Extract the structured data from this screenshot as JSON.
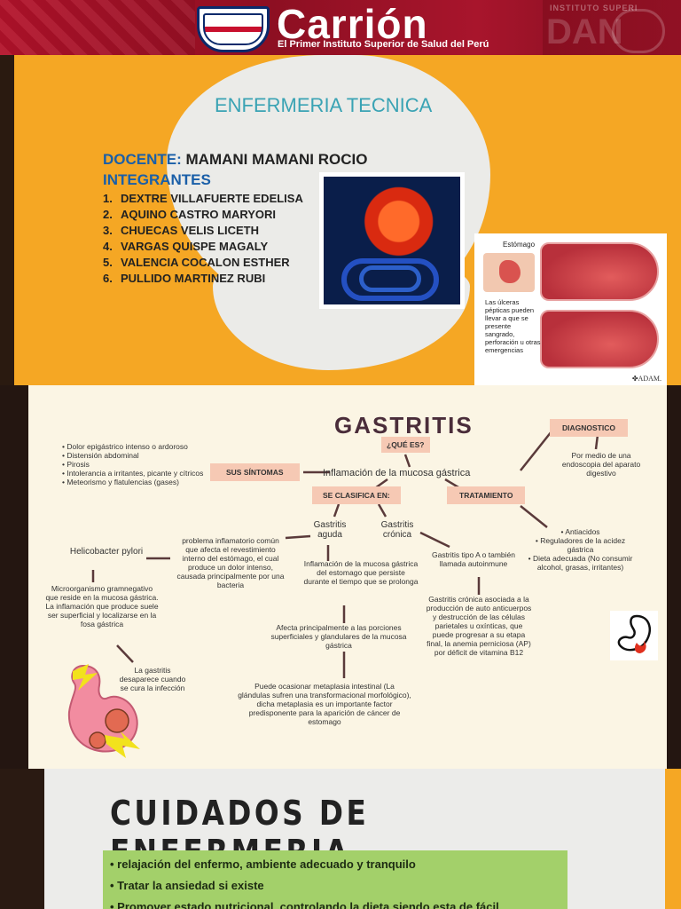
{
  "header": {
    "brand": "Carrión",
    "tagline": "El Primer Instituto Superior de Salud del Perú",
    "ghost_text": "INSTITUTO SUPERI",
    "ghost_big": "DAN"
  },
  "slide1": {
    "title": "ENFERMERIA TECNICA",
    "docente_label": "DOCENTE:",
    "docente_name": " MAMANI MAMANI ROCIO",
    "integrantes_label": "INTEGRANTES",
    "members": [
      {
        "n": "1.",
        "name": "DEXTRE VILLAFUERTE EDELISA"
      },
      {
        "n": "2.",
        "name": "AQUINO CASTRO MARYORI"
      },
      {
        "n": "3.",
        "name": "CHUECAS VELIS LICETH"
      },
      {
        "n": "4.",
        "name": "VARGAS QUISPE MAGALY"
      },
      {
        "n": "5.",
        "name": "VALENCIA COCALON ESTHER"
      },
      {
        "n": "6.",
        "name": "PULLIDO MARTINEZ RUBI"
      }
    ],
    "adam_label": "Estómago",
    "adam_note": "Las úlceras pépticas pueden llevar a que se presente sangrado, perforación u otras emergencias",
    "adam_logo": "✤ADAM."
  },
  "mindmap": {
    "title": "GASTRITIS",
    "que_es": "¿QUÉ ES?",
    "definition": "Inflamación de la mucosa gástrica",
    "sintomas_tag": "SUS SÍNTOMAS",
    "sintomas": [
      "Dolor epigástrico intenso o ardoroso",
      "Distensión abdominal",
      "Pirosis",
      "Intolerancia a irritantes, picante y cítricos",
      "Meteorismo y flatulencias (gases)"
    ],
    "diagnostico_tag": "DIAGNOSTICO",
    "diagnostico": "Por medio de una endoscopia del aparato digestivo",
    "clasifica_tag": "SE CLASIFICA EN:",
    "tratamiento_tag": "TRATAMIENTO",
    "tratamiento": [
      "Antiacidos",
      "Reguladores de la acidez gástrica",
      "Dieta adecuada (No consumir alcohol, grasas, irritantes)"
    ],
    "aguda": "Gastritis aguda",
    "cronica": "Gastritis crónica",
    "aguda_desc": "problema inflamatorio común que afecta el revestimiento interno del estómago, el cual produce un dolor intenso, causada principalmente por una bacteria",
    "helico": "Helicobacter pylori",
    "helico_desc": "Microorganismo gramnegativo que reside en la mucosa gástrica. La inflamación que produce suele ser superficial y localizarse en la fosa gástrica",
    "helico_cure": "La gastritis desaparece cuando se cura la infección",
    "cronica_desc": "Inflamación de la mucosa gástrica del estomago que persiste durante el tiempo que se prolonga",
    "cronica_afecta": "Afecta principalmente a las porciones superficiales y glandulares de la mucosa gástrica",
    "cronica_metaplasia": "Puede ocasionar metaplasia intestinal (La glándulas sufren una transformacional morfológico), dicha metaplasia es un importante factor predisponente para la aparición de cáncer de estomago",
    "tipo_a": "Gastritis tipo A o también llamada autoinmune",
    "tipo_a_desc": "Gastritis crónica asociada a la producción de auto anticuerpos y destrucción de las células parietales u oxínticas, que puede progresar a su etapa final, la anemia perniciosa (AP) por déficit de vitamina B12"
  },
  "slide3": {
    "heading": "CUIDADOS DE ENFERMERIA",
    "items": [
      "relajación del enfermo, ambiente adecuado y tranquilo",
      "Tratar la ansiedad si existe",
      "Promover estado nutricional, controlando la dieta siendo esta de fácil"
    ]
  },
  "colors": {
    "orange": "#f5a724",
    "title_teal": "#3aa3b4",
    "tag_peach": "#f6c9b4",
    "green_box": "#a3d06a",
    "banner_red": "#b3122a"
  }
}
